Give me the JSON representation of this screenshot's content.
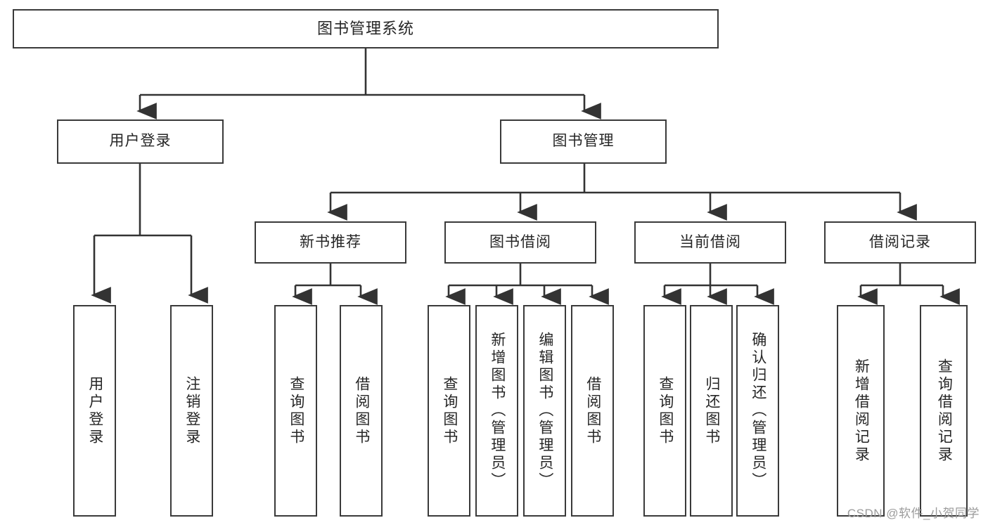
{
  "diagram": {
    "title": "图书管理系统",
    "type": "tree-hierarchy-diagram",
    "root": {
      "label": "图书管理系统"
    },
    "level2": [
      {
        "id": "user-login",
        "label": "用户登录"
      },
      {
        "id": "book-management",
        "label": "图书管理"
      }
    ],
    "level3": [
      {
        "id": "new-book-recommend",
        "label": "新书推荐"
      },
      {
        "id": "book-borrow",
        "label": "图书借阅"
      },
      {
        "id": "current-borrow",
        "label": "当前借阅"
      },
      {
        "id": "borrow-record",
        "label": "借阅记录"
      }
    ],
    "leaves": {
      "user_login": [
        {
          "id": "user-login-leaf",
          "label": "用户登录"
        },
        {
          "id": "logout-leaf",
          "label": "注销登录"
        }
      ],
      "new_book_recommend": [
        {
          "id": "query-book-1",
          "label": "查询图书"
        },
        {
          "id": "borrow-book-1",
          "label": "借阅图书"
        }
      ],
      "book_borrow": [
        {
          "id": "query-book-2",
          "label": "查询图书"
        },
        {
          "id": "add-book-admin",
          "label": "新增图书（管理员）"
        },
        {
          "id": "edit-book-admin",
          "label": "编辑图书（管理员）"
        },
        {
          "id": "borrow-book-2",
          "label": "借阅图书"
        }
      ],
      "current_borrow": [
        {
          "id": "query-book-3",
          "label": "查询图书"
        },
        {
          "id": "return-book",
          "label": "归还图书"
        },
        {
          "id": "confirm-return-admin",
          "label": "确认归还（管理员）"
        }
      ],
      "borrow_record": [
        {
          "id": "add-borrow-record",
          "label": "新增借阅记录"
        },
        {
          "id": "query-borrow-record",
          "label": "查询借阅记录"
        }
      ]
    }
  },
  "watermark": {
    "text": "CSDN @软件_小贺同学"
  },
  "colors": {
    "box_border": "#3a3a3a",
    "box_fill": "#ffffff",
    "connector": "#333333",
    "text": "#262626",
    "watermark": "#9b9b9b",
    "background": "#ffffff"
  }
}
